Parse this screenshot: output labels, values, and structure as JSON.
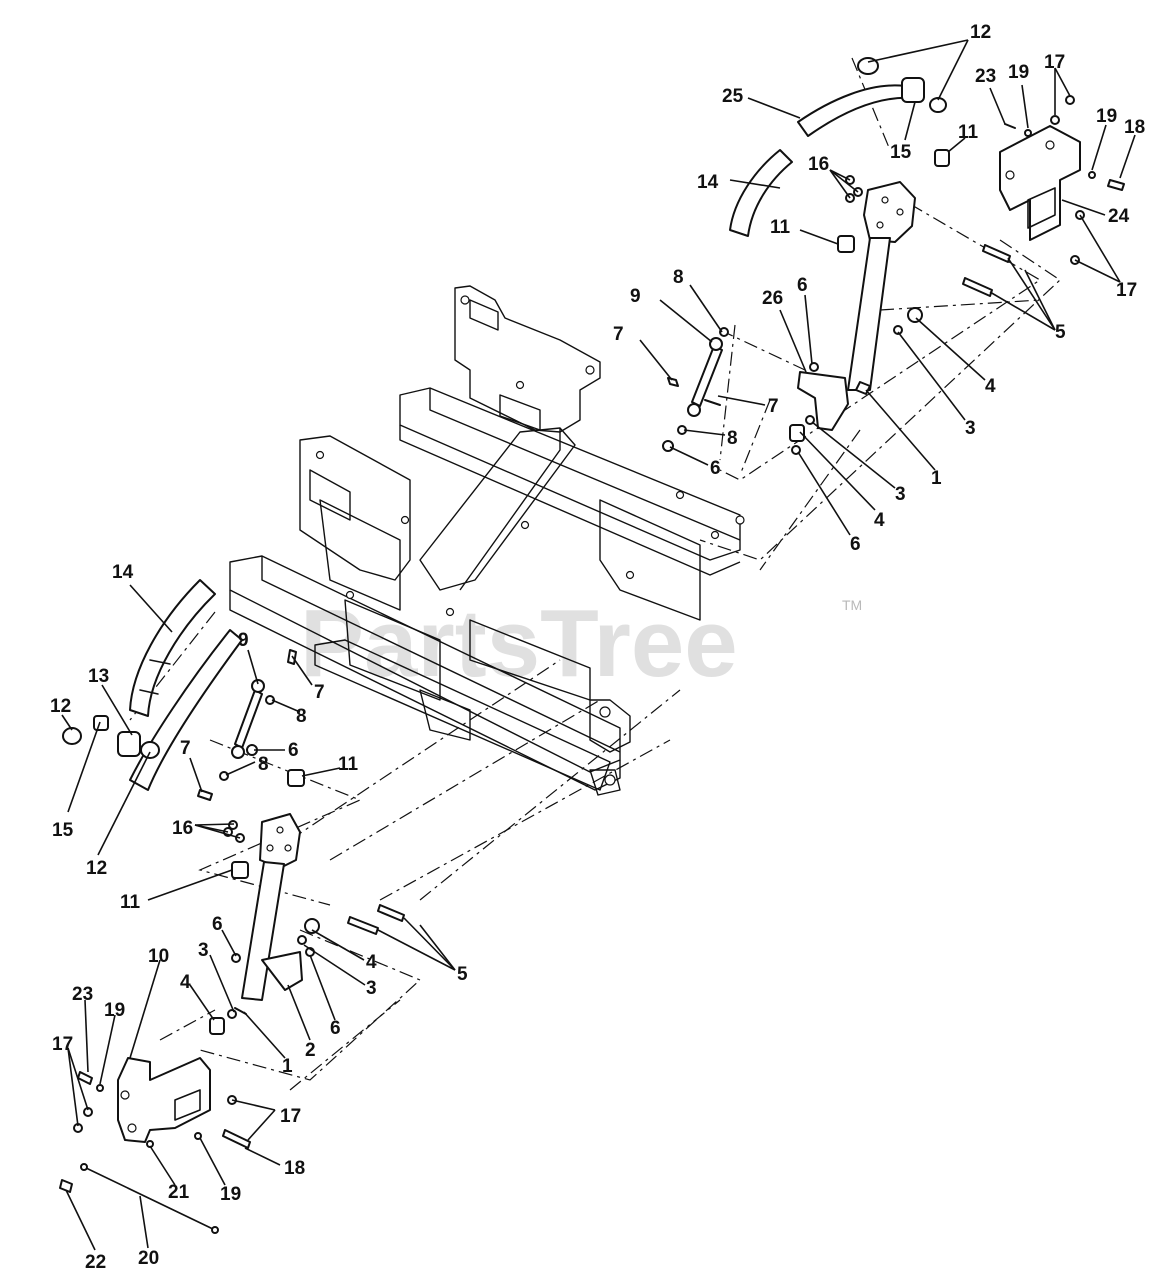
{
  "watermark": {
    "text": "PartsTree",
    "trademark": "TM"
  },
  "callouts": [
    {
      "id": "c1",
      "text": "12"
    },
    {
      "id": "c2",
      "text": "25"
    },
    {
      "id": "c3",
      "text": "15"
    },
    {
      "id": "c4",
      "text": "11"
    },
    {
      "id": "c5",
      "text": "23"
    },
    {
      "id": "c6",
      "text": "19"
    },
    {
      "id": "c7",
      "text": "17"
    },
    {
      "id": "c8",
      "text": "19"
    },
    {
      "id": "c9",
      "text": "18"
    },
    {
      "id": "c10",
      "text": "14"
    },
    {
      "id": "c11",
      "text": "16"
    },
    {
      "id": "c12",
      "text": "24"
    },
    {
      "id": "c13",
      "text": "11"
    },
    {
      "id": "c14",
      "text": "17"
    },
    {
      "id": "c15",
      "text": "8"
    },
    {
      "id": "c16",
      "text": "9"
    },
    {
      "id": "c17",
      "text": "7"
    },
    {
      "id": "c18",
      "text": "6"
    },
    {
      "id": "c19",
      "text": "26"
    },
    {
      "id": "c20",
      "text": "5"
    },
    {
      "id": "c21",
      "text": "4"
    },
    {
      "id": "c22",
      "text": "7"
    },
    {
      "id": "c23",
      "text": "3"
    },
    {
      "id": "c24",
      "text": "8"
    },
    {
      "id": "c25",
      "text": "6"
    },
    {
      "id": "c26",
      "text": "1"
    },
    {
      "id": "c27",
      "text": "3"
    },
    {
      "id": "c28",
      "text": "4"
    },
    {
      "id": "c29",
      "text": "6"
    },
    {
      "id": "c30",
      "text": "14"
    },
    {
      "id": "c31",
      "text": "13"
    },
    {
      "id": "c32",
      "text": "9"
    },
    {
      "id": "c33",
      "text": "7"
    },
    {
      "id": "c34",
      "text": "12"
    },
    {
      "id": "c35",
      "text": "8"
    },
    {
      "id": "c36",
      "text": "6"
    },
    {
      "id": "c37",
      "text": "7"
    },
    {
      "id": "c38",
      "text": "8"
    },
    {
      "id": "c39",
      "text": "11"
    },
    {
      "id": "c40",
      "text": "15"
    },
    {
      "id": "c41",
      "text": "16"
    },
    {
      "id": "c42",
      "text": "12"
    },
    {
      "id": "c43",
      "text": "11"
    },
    {
      "id": "c44",
      "text": "6"
    },
    {
      "id": "c45",
      "text": "4"
    },
    {
      "id": "c46",
      "text": "5"
    },
    {
      "id": "c47",
      "text": "10"
    },
    {
      "id": "c48",
      "text": "3"
    },
    {
      "id": "c49",
      "text": "4"
    },
    {
      "id": "c50",
      "text": "3"
    },
    {
      "id": "c51",
      "text": "23"
    },
    {
      "id": "c52",
      "text": "19"
    },
    {
      "id": "c53",
      "text": "6"
    },
    {
      "id": "c54",
      "text": "17"
    },
    {
      "id": "c55",
      "text": "2"
    },
    {
      "id": "c56",
      "text": "1"
    },
    {
      "id": "c57",
      "text": "17"
    },
    {
      "id": "c58",
      "text": "18"
    },
    {
      "id": "c59",
      "text": "21"
    },
    {
      "id": "c60",
      "text": "19"
    },
    {
      "id": "c61",
      "text": "22"
    },
    {
      "id": "c62",
      "text": "20"
    }
  ]
}
